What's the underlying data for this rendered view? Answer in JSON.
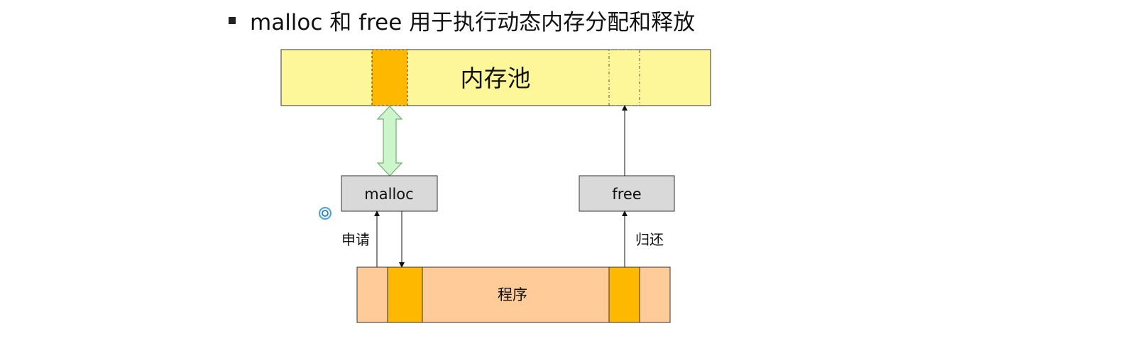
{
  "heading": {
    "text": "malloc 和 free 用于执行动态内存分配和释放"
  },
  "diagram": {
    "memory_pool_label": "内存池",
    "malloc_label": "malloc",
    "free_label": "free",
    "request_label": "申请",
    "return_label": "归还",
    "program_label": "程序",
    "colors": {
      "pool_fill": "#fdf79a",
      "block_fill": "#ffb800",
      "program_fill": "#ffcc99",
      "func_box_fill": "#d9d9d9",
      "arrow_fill": "#ccf5cc",
      "arrow_stroke": "#6fb06f"
    }
  }
}
